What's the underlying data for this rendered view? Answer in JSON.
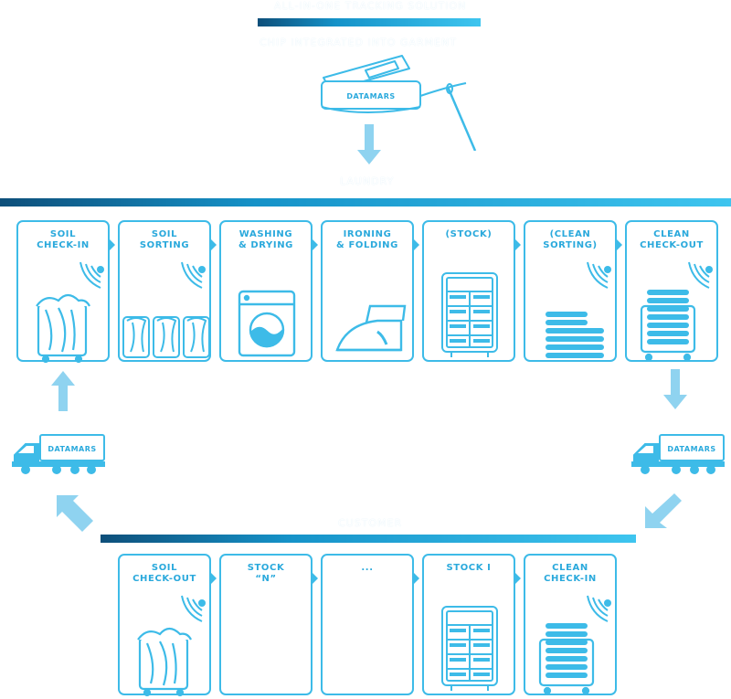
{
  "top": {
    "title": "ALL-IN-ONE TRACKING SOLUTION",
    "subtitle": "CHIP INTEGRATED INTO GARMENT",
    "tag_text": "DATAMARS",
    "section_label": "LAUNDRY"
  },
  "laundry_steps": [
    {
      "label": "SOIL\nCHECK-IN",
      "icon": "laundry-bag-icon"
    },
    {
      "label": "SOIL\nSORTING",
      "icon": "sorting-bins-icon"
    },
    {
      "label": "WASHING\n& DRYING",
      "icon": "washing-machine-icon"
    },
    {
      "label": "IRONING\n& FOLDING",
      "icon": "iron-icon"
    },
    {
      "label": "(STOCK)",
      "icon": "stock-shelf-icon"
    },
    {
      "label": "(CLEAN\nSORTING)",
      "icon": "folded-stack-icon"
    },
    {
      "label": "CLEAN\nCHECK-OUT",
      "icon": "clean-cart-icon"
    }
  ],
  "truck_label": "DATAMARS",
  "bottom": {
    "section_label": "CUSTOMER",
    "steps": [
      {
        "label": "SOIL\nCHECK-OUT",
        "icon": "laundry-bag-icon"
      },
      {
        "label": "STOCK\n“N”",
        "icon": ""
      },
      {
        "label": "...",
        "icon": ""
      },
      {
        "label": "STOCK I",
        "icon": "stock-shelf-icon"
      },
      {
        "label": "CLEAN\nCHECK-IN",
        "icon": "clean-cart-icon"
      }
    ]
  },
  "colors": {
    "accent": "#3dbbe8",
    "dark": "#0e4f7a",
    "arrow": "#8fd3f0"
  }
}
